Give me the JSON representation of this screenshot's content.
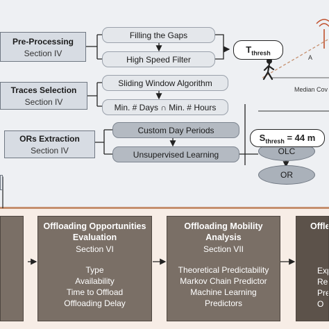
{
  "preprocessing": {
    "title": "Pre-Processing",
    "section": "Section IV",
    "steps": [
      "Filling the Gaps",
      "High Speed Filter"
    ]
  },
  "tthresh": {
    "base": "T",
    "sub": "thresh"
  },
  "traces": {
    "title": "Traces Selection",
    "section": "Section IV",
    "steps": [
      "Sliding Window Algorithm",
      "Min. # Days ∩ Min. # Hours"
    ]
  },
  "ors": {
    "title": "ORs Extraction",
    "section": "Section IV",
    "steps": [
      "Custom Day Periods",
      "Unsupervised Learning"
    ]
  },
  "olc": "OLC",
  "or": "OR",
  "sthresh": {
    "base": "S",
    "sub": "thresh",
    "value": " = 44 m"
  },
  "side_label_a": "A",
  "median_label": "Median Cov",
  "bottom": [
    {
      "title": "Offloading Opportunities Evaluation",
      "section": "Section VI",
      "items": [
        "Type",
        "Availability",
        "Time to Offload",
        "Offloading Delay"
      ]
    },
    {
      "title": "Offloading Mobility Analysis",
      "section": "Section VII",
      "items": [
        "Theoretical Predictability",
        "Markov Chain Predictor",
        "Machine Learning",
        "Predictors"
      ]
    }
  ],
  "right_partial": {
    "title": "Offle",
    "items": [
      "Exp",
      "Re",
      "Predic",
      "O"
    ]
  },
  "colors": {
    "top_band": "#eef0f3",
    "bottom_band": "#f7ede6",
    "separator": "#c58f6e",
    "stage_fill": "#d7dce3",
    "bottom_box": "#7a6f66",
    "dark_box": "#5c524a"
  }
}
